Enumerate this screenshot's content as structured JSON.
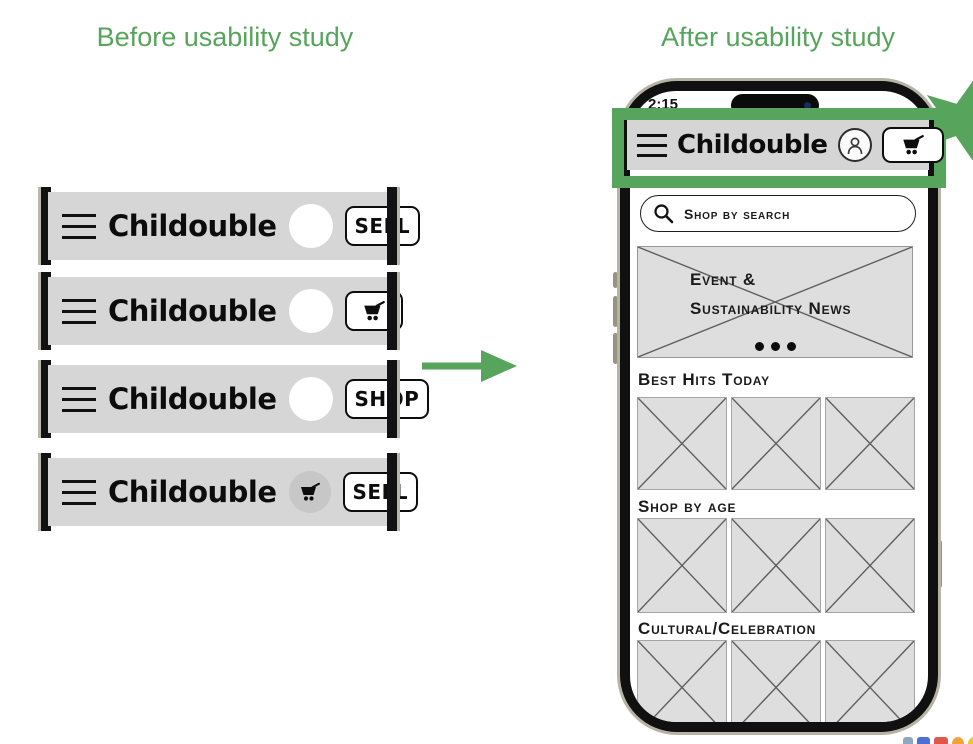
{
  "titles": {
    "before": "Before usability study",
    "after": "After usability study"
  },
  "colors": {
    "accent_green": "#57A45C",
    "header_gray": "#D6D6D6",
    "placeholder_gray": "#DEDEDE"
  },
  "before": {
    "bars": [
      {
        "logo": "Childouble",
        "menu_icon": "hamburger-icon",
        "circle": "empty-circle-placeholder",
        "action_label": "SELL",
        "action_icon": null
      },
      {
        "logo": "Childouble",
        "menu_icon": "hamburger-icon",
        "circle": "empty-circle-placeholder",
        "action_label": null,
        "action_icon": "cart-icon"
      },
      {
        "logo": "Childouble",
        "menu_icon": "hamburger-icon",
        "circle": "empty-circle-placeholder",
        "action_label": "SHOP",
        "action_icon": null
      },
      {
        "logo": "Childouble",
        "menu_icon": "hamburger-icon",
        "circle": "cart-icon-in-circle",
        "action_label": "SELL",
        "action_icon": null
      }
    ]
  },
  "after": {
    "status_time": "2:15",
    "header": {
      "logo": "Childouble",
      "menu_icon": "hamburger-icon",
      "profile_icon": "person-icon",
      "cart_icon": "cart-icon"
    },
    "search": {
      "placeholder": "Shop by search",
      "icon": "search-icon"
    },
    "banner": {
      "line1": "Event &",
      "line2": "Sustainability News",
      "carousel_dots": 3
    },
    "sections": [
      {
        "label": "Best Hits Today",
        "items": 3
      },
      {
        "label": "Shop by age",
        "items": 3
      },
      {
        "label": "Cultural/Celebration",
        "items": 3
      }
    ]
  }
}
